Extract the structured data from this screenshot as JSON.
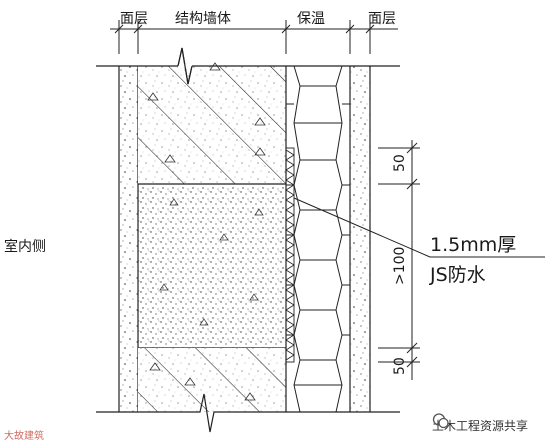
{
  "labels": {
    "surface_layer_left": "面层",
    "structure_wall": "结构墙体",
    "insulation": "保温",
    "surface_layer_right": "面层",
    "indoor_side": "室内侧",
    "membrane_thickness": "1.5mm厚",
    "membrane_type": "JS防水",
    "dim_top": "50",
    "dim_middle": ">100",
    "dim_bottom": "50"
  },
  "watermarks": {
    "right": "土木工程资源共享",
    "left": "大故建筑"
  }
}
